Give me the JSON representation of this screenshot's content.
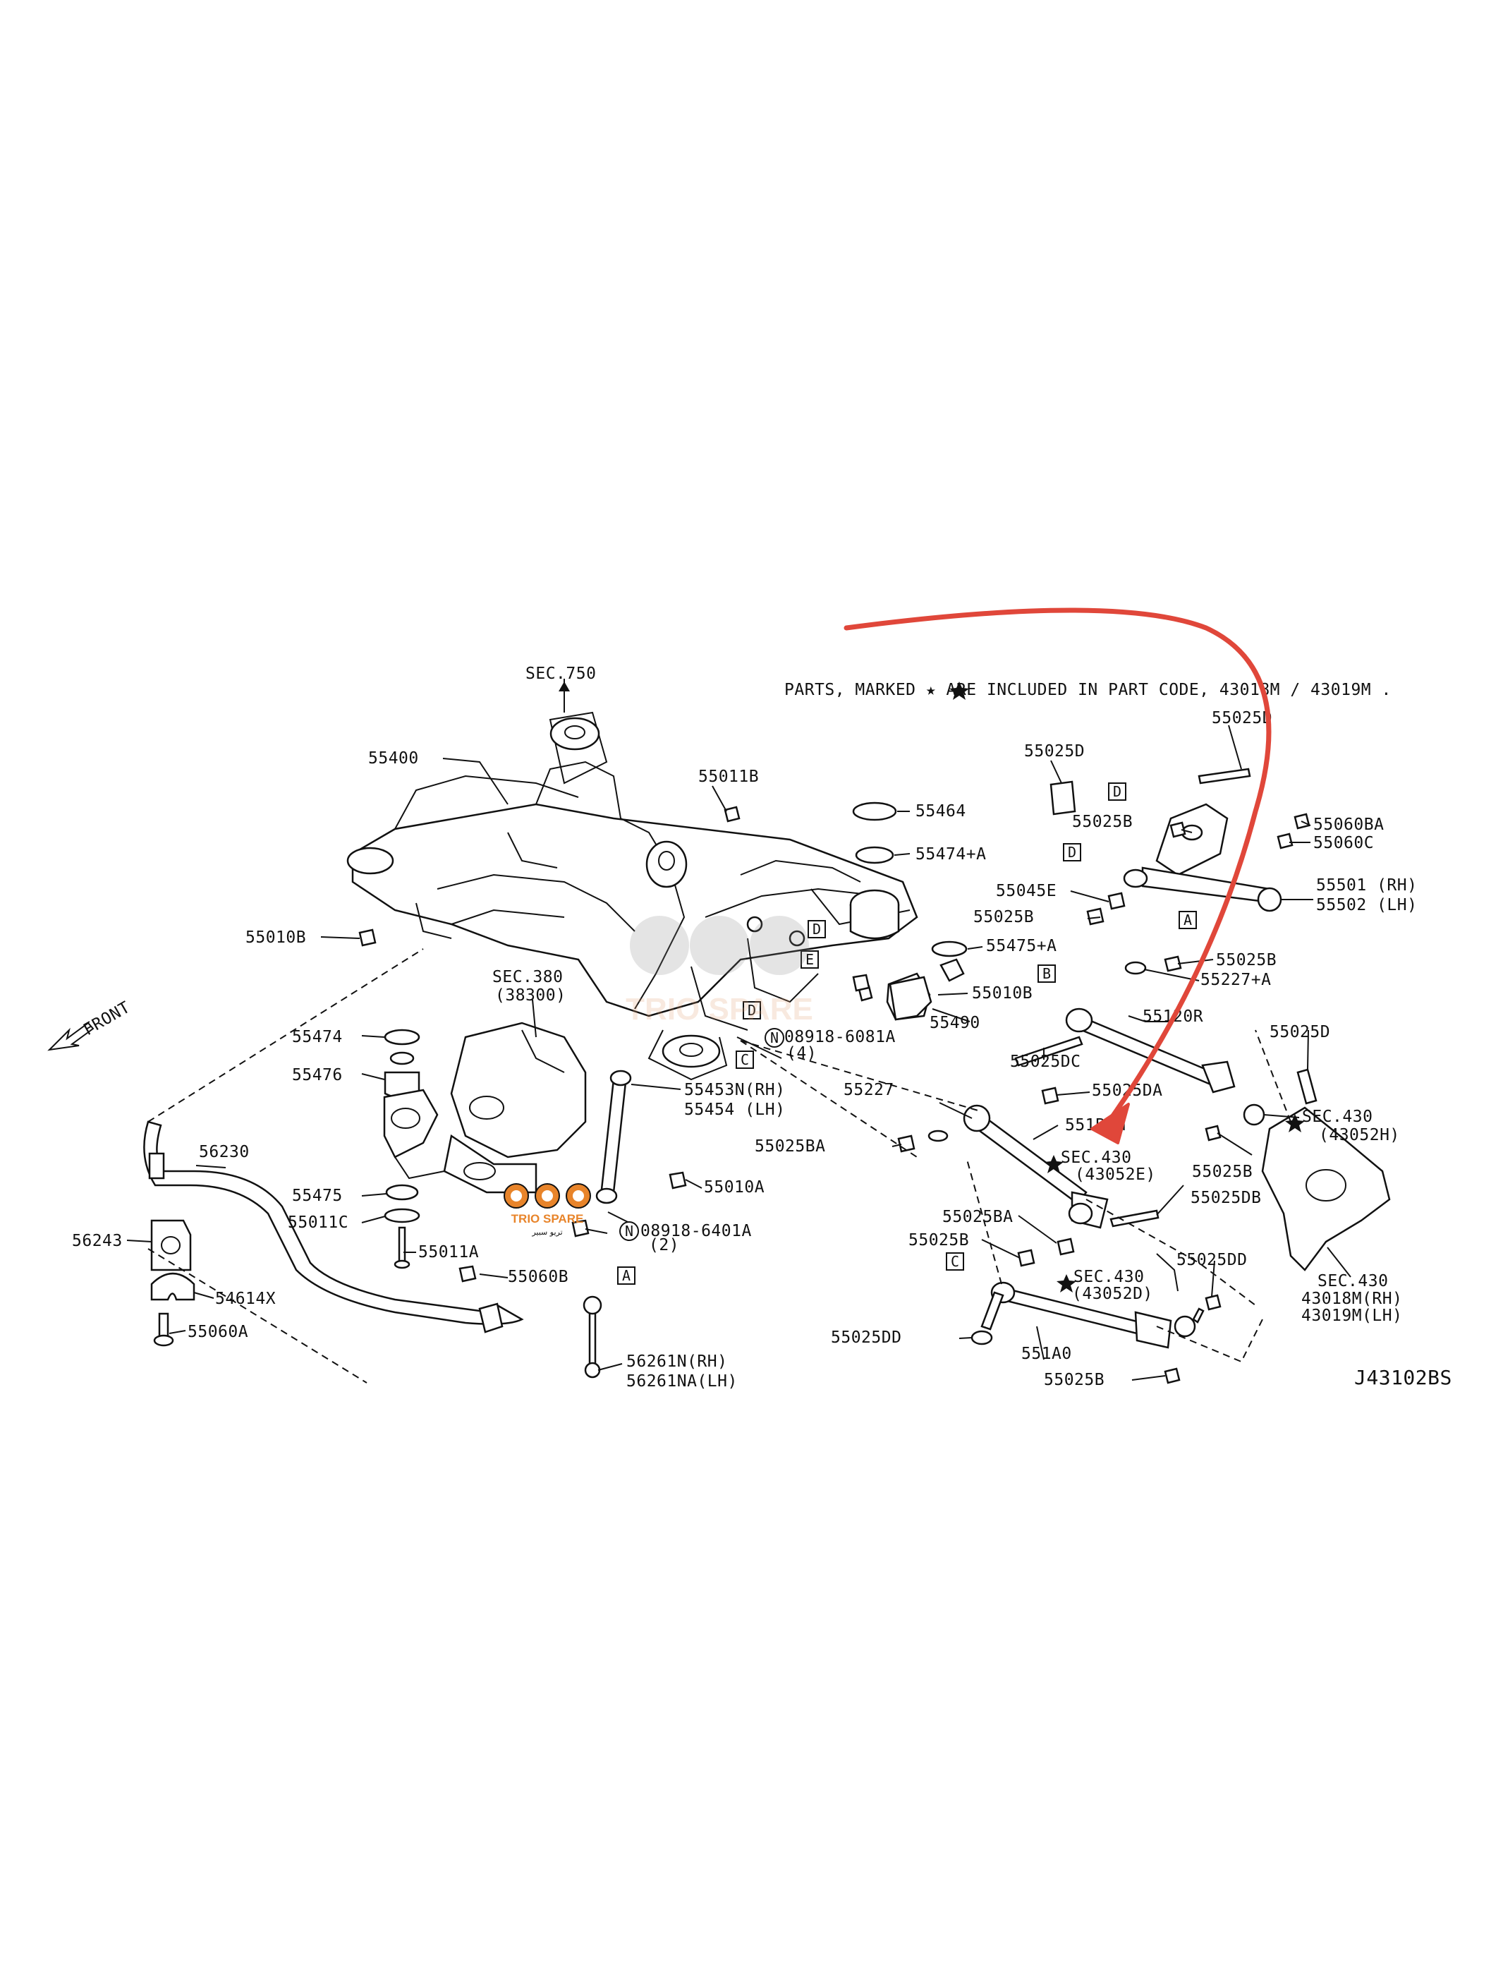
{
  "note": "PARTS, MARKED ★ ARE INCLUDED IN PART CODE, 43018M / 43019M .",
  "drawing_code": "J43102BS",
  "front_label": "FRONT",
  "watermark": {
    "brand": "TRIO SPARE",
    "arabic": "تريو سبير"
  },
  "accent_arrow_color": "#e0473a",
  "labels": {
    "sec750": "SEC.750",
    "p55400": "55400",
    "p55011B": "55011B",
    "p55010B_l": "55010B",
    "sec380": "SEC.380",
    "sec380b": "(38300)",
    "p55474": "55474",
    "p55476": "55476",
    "p55475": "55475",
    "p55011C": "55011C",
    "p55011A": "55011A",
    "p55060B": "55060B",
    "p56230": "56230",
    "p56243": "56243",
    "p54614X": "54614X",
    "p55060A": "55060A",
    "p56261N": "56261N(RH)",
    "p56261NA": "56261NA(LH)",
    "p08918_6401": "08918-6401A",
    "p08918_6401q": "(2)",
    "p55010A": "55010A",
    "p55453N": "55453N(RH)",
    "p55454": "55454  (LH)",
    "p08918_6081": "08918-6081A",
    "p08918_6081q": "(4)",
    "p55464": "55464",
    "p55474A": "55474+A",
    "p55475A": "55475+A",
    "p55010B_r": "55010B",
    "p55490": "55490",
    "p55025D_t": "55025D",
    "p55025D_tl": "55025D",
    "p55060BA": "55060BA",
    "p55060C": "55060C",
    "p55025B_1": "55025B",
    "p55045E": "55045E",
    "p55025B_2": "55025B",
    "p55501": "55501 (RH)",
    "p55502": "55502 (LH)",
    "p55025B_3": "55025B",
    "p55227A": "55227+A",
    "p55120R": "55120R",
    "p55025DC": "55025DC",
    "p55227": "55227",
    "p55025DA": "55025DA",
    "p551B0M": "551B0M",
    "p55025D_r": "55025D",
    "sec430_h": "SEC.430",
    "sec430_hb": "(43052H)",
    "p55025BA_l": "55025BA",
    "sec430_e": "SEC.430",
    "sec430_eb": "(43052E)",
    "p55025B_4": "55025B",
    "p55025DB": "55025DB",
    "p55025BA_2": "55025BA",
    "p55025B_5": "55025B",
    "sec430_d": "SEC.430",
    "sec430_db": "(43052D)",
    "p55025DD_r": "55025DD",
    "p55025DD_l": "55025DD",
    "p551A0": "551A0",
    "p55025B_6": "55025B",
    "sec430_m": "SEC.430",
    "sec430_m1": "43018M(RH)",
    "sec430_m2": "43019M(LH)"
  },
  "ref_boxes": [
    "A",
    "B",
    "C",
    "D",
    "E"
  ],
  "ref_circle": "N"
}
